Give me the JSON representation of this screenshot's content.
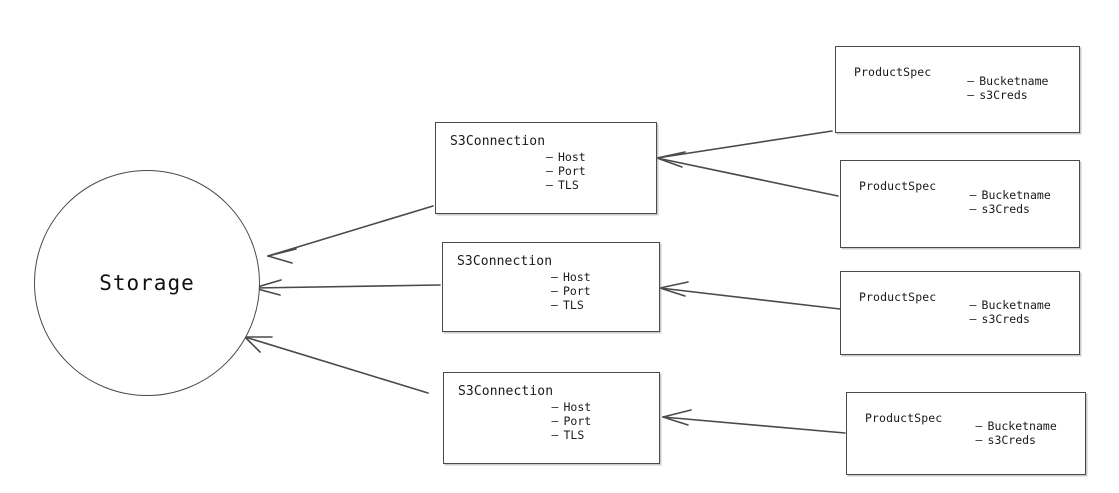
{
  "diagram": {
    "title": "Storage S3Connection ProductSpec relationship diagram",
    "stroke_color": "#4a4a4a",
    "text_color": "#1a1a1a",
    "background": "#ffffff"
  },
  "storage": {
    "label": "Storage"
  },
  "connections": [
    {
      "title": "S3Connection",
      "attributes": [
        "Host",
        "Port",
        "TLS"
      ]
    },
    {
      "title": "S3Connection",
      "attributes": [
        "Host",
        "Port",
        "TLS"
      ]
    },
    {
      "title": "S3Connection",
      "attributes": [
        "Host",
        "Port",
        "TLS"
      ]
    }
  ],
  "specs": [
    {
      "title": "ProductSpec",
      "attributes": [
        "Bucketname",
        "s3Creds"
      ]
    },
    {
      "title": "ProductSpec",
      "attributes": [
        "Bucketname",
        "s3Creds"
      ]
    },
    {
      "title": "ProductSpec",
      "attributes": [
        "Bucketname",
        "s3Creds"
      ]
    },
    {
      "title": "ProductSpec",
      "attributes": [
        "Bucketname",
        "s3Creds"
      ]
    }
  ]
}
